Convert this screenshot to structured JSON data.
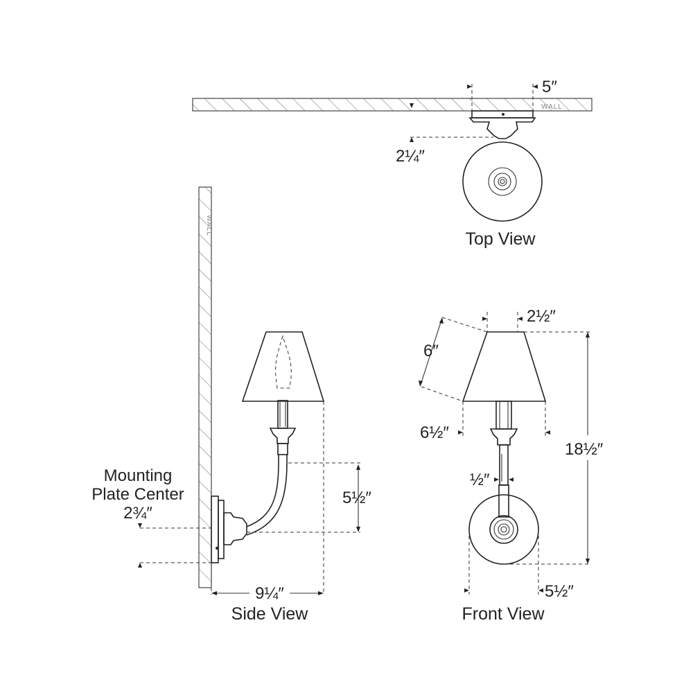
{
  "views": {
    "top": "Top View",
    "side": "Side View",
    "front": "Front View"
  },
  "wall_label": "WALL",
  "dimensions": {
    "top_width": "5″",
    "top_depth": "2¼″",
    "mounting_line1": "Mounting",
    "mounting_line2": "Plate Center",
    "mounting_value": "2¾″",
    "side_arm_height": "5½″",
    "side_extension": "9¼″",
    "shade_top": "2½″",
    "shade_side": "6″",
    "shade_bottom": "6½″",
    "overall_height": "18½″",
    "arm_width": "½″",
    "backplate": "5½″"
  }
}
